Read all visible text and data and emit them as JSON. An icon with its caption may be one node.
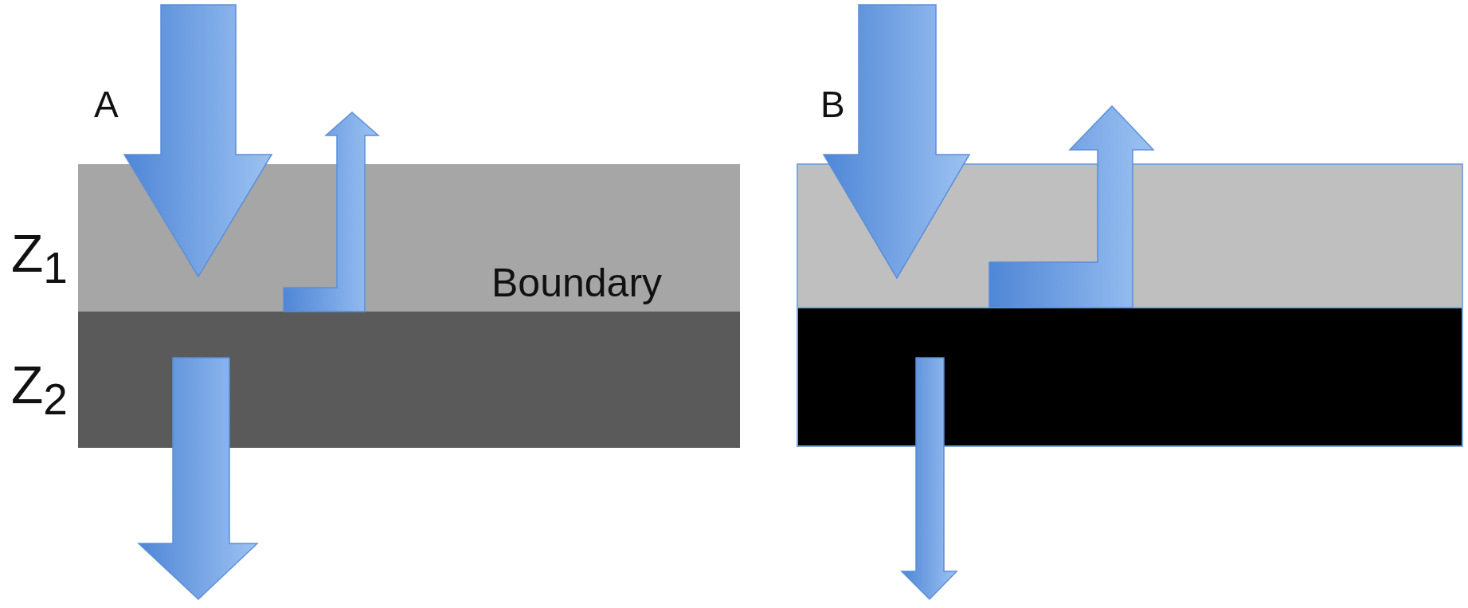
{
  "diagram": {
    "labels": [
      "A",
      "B",
      "Z$_{1}$",
      "Boundary",
      "Z$_{2}$"
    ]
  }
}
